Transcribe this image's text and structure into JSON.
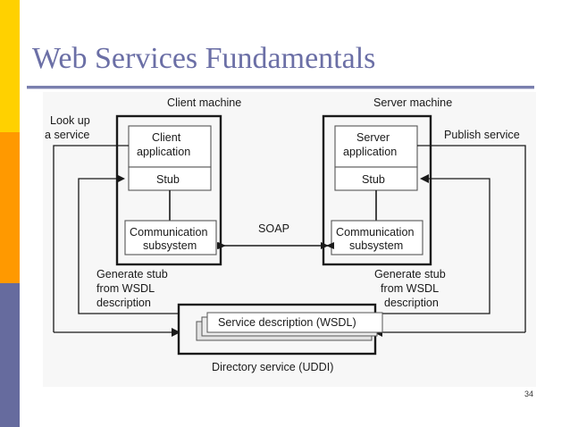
{
  "slide": {
    "title": "Web Services Fundamentals",
    "page_number": "34",
    "title_color": "#6b6fa6",
    "rule_color": "#7a7fae"
  },
  "edge_bars": [
    {
      "name": "yellow",
      "color": "#ffd100"
    },
    {
      "name": "orange",
      "color": "#ff9900"
    },
    {
      "name": "purple",
      "color": "#666b9e"
    }
  ],
  "diagram": {
    "background": "#f7f7f7",
    "stroke": "#1a1a1a",
    "labels": {
      "client_machine": "Client machine",
      "server_machine": "Server machine",
      "look_up_line1": "Look up",
      "look_up_line2": "a service",
      "publish_service": "Publish service",
      "soap": "SOAP",
      "client_app_line1": "Client",
      "client_app_line2": "application",
      "client_stub": "Stub",
      "server_app_line1": "Server",
      "server_app_line2": "application",
      "server_stub": "Stub",
      "client_comm_line1": "Communication",
      "client_comm_line2": "subsystem",
      "server_comm_line1": "Communication",
      "server_comm_line2": "subsystem",
      "gen_stub_left_line1": "Generate stub",
      "gen_stub_left_line2": "from WSDL",
      "gen_stub_left_line3": "description",
      "gen_stub_right_line1": "Generate stub",
      "gen_stub_right_line2": "from WSDL",
      "gen_stub_right_line3": "description",
      "service_description": "Service description (WSDL)",
      "directory_service": "Directory service (UDDI)"
    }
  }
}
